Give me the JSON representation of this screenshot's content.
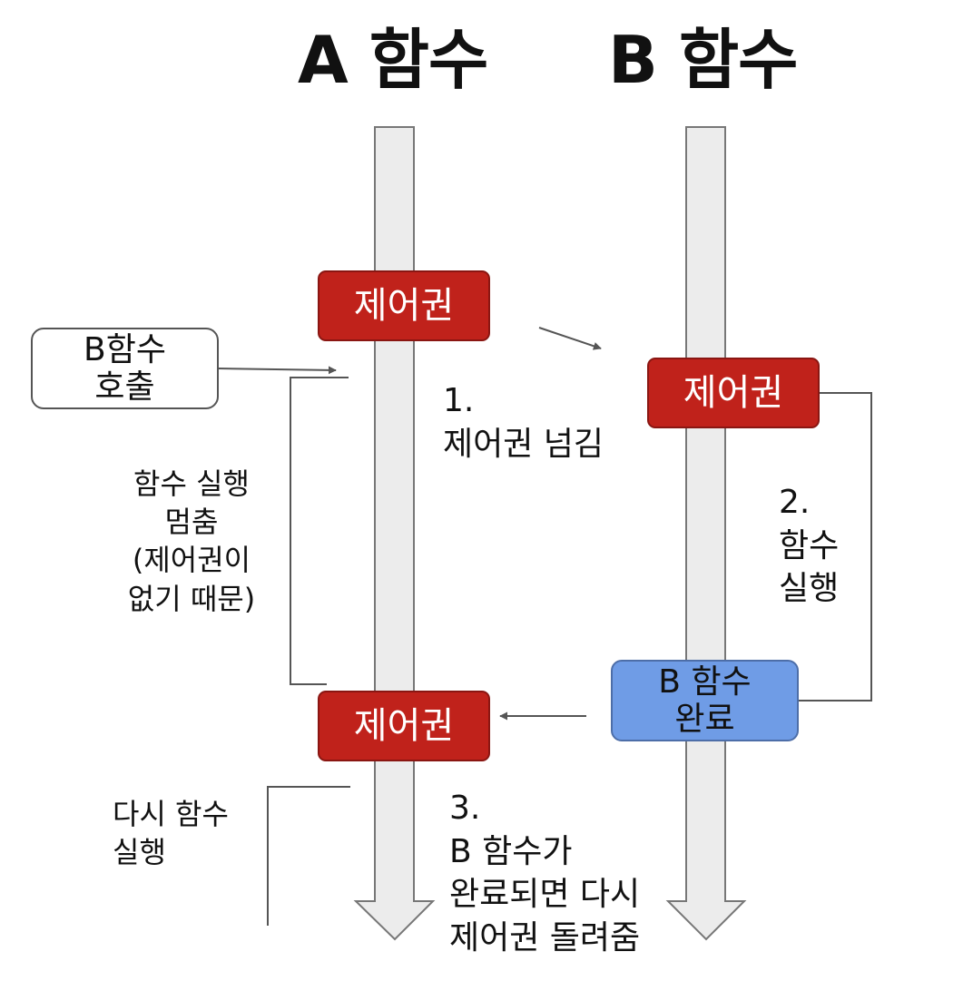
{
  "titles": {
    "a": "A 함수",
    "b": "B 함수"
  },
  "control_label_a_top": "제어권",
  "control_label_b": "제어권",
  "control_label_a_bottom": "제어권",
  "call_box": {
    "lines": [
      "B함수",
      "호출"
    ]
  },
  "done_box": {
    "lines": [
      "B 함수",
      "완료"
    ]
  },
  "paused_note": {
    "lines": [
      "함수 실행",
      "멈춤",
      "(제어권이",
      "없기 때문)"
    ]
  },
  "resume_note": {
    "lines": [
      "다시 함수",
      "실행"
    ]
  },
  "step1": {
    "lines": [
      "1.",
      "제어권 넘김"
    ]
  },
  "step2": {
    "lines": [
      "2.",
      "함수",
      "실행"
    ]
  },
  "step3": {
    "lines": [
      "3.",
      "B 함수가",
      "완료되면 다시",
      "제어권 돌려줌"
    ]
  },
  "colors": {
    "control_box": "#c0221b",
    "done_box": "#6f9ce6",
    "lane": "#ececec",
    "lane_border": "#777777",
    "line": "#555555"
  }
}
